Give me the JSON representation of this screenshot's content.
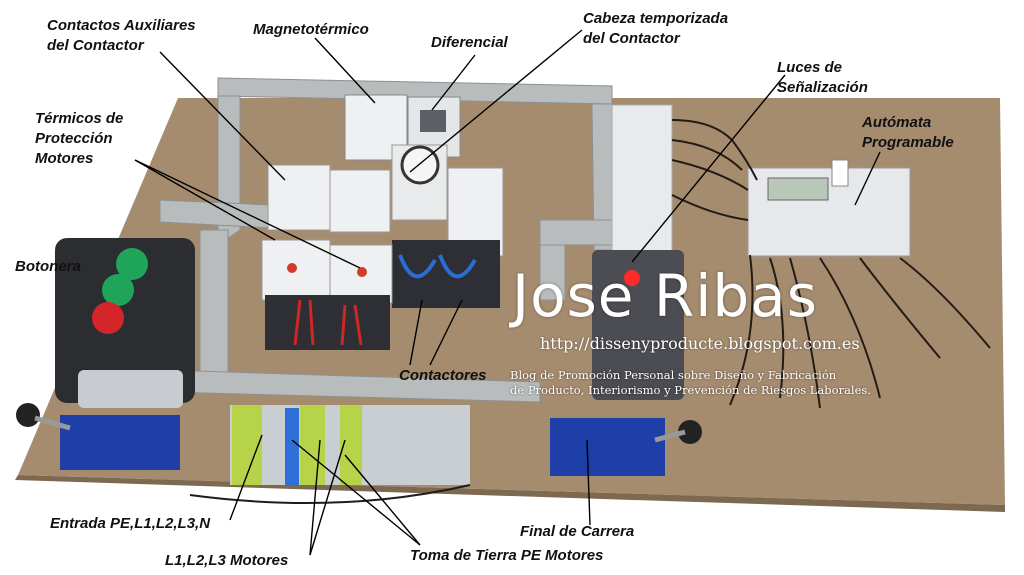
{
  "labels": {
    "contactos_auxiliares": "Contactos Auxiliares\ndel Contactor",
    "magnetotermico": "Magnetotérmico",
    "diferencial": "Diferencial",
    "cabeza_temporizada": "Cabeza temporizada\ndel Contactor",
    "luces_senalizacion": "Luces de\nSeñalización",
    "termicos_proteccion": "Térmicos de\nProtección\nMotores",
    "automata_programable": "Autómata\nProgramable",
    "botonera": "Botonera",
    "contactores": "Contactores",
    "entrada_pe": "Entrada PE,L1,L2,L3,N",
    "final_carrera": "Final de Carrera",
    "l1l2l3_motores": "L1,L2,L3 Motores",
    "toma_tierra": "Toma de Tierra PE Motores"
  },
  "watermark": {
    "title": "Jose Ribas",
    "url": "http://dissenyproducte.blogspot.com.es",
    "subtitle_line1": "Blog de Promoción Personal sobre Diseño y Fabricación",
    "subtitle_line2": "de Producto, Interiorismo y Prevención de Riesgos Laborales."
  },
  "colors": {
    "board": "#a68c6f",
    "duct": "#b9bcbd",
    "contactor": "#eef0f2",
    "overload_base": "#2d2f34",
    "button_green": "#1fa55a",
    "button_red": "#d4262a",
    "limit_switch": "#1f3fa8",
    "terminal_green_yellow": "#b7d34a",
    "terminal_grey": "#c9ced3",
    "terminal_blue": "#2f6fd8",
    "pilot_light_red": "#ff2a2a",
    "plc_body": "#e6e8eb"
  }
}
